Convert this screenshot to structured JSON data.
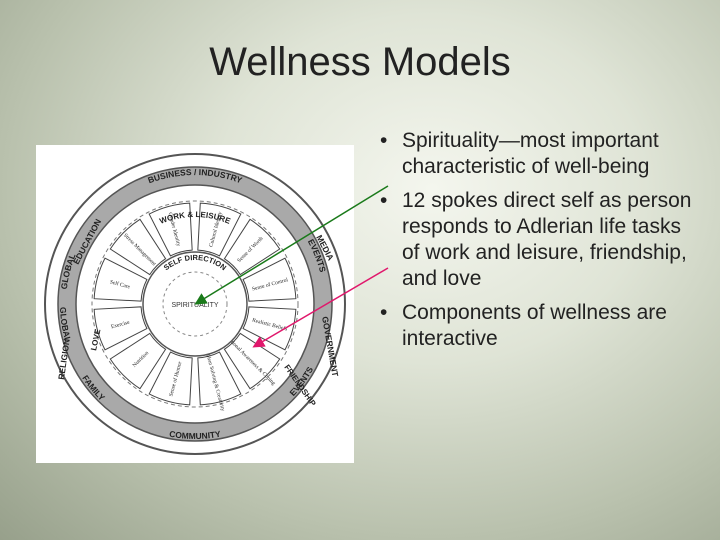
{
  "slide": {
    "title": "Wellness Models",
    "bullets": [
      "Spirituality—most important characteristic of well-being",
      "12 spokes direct self as person responds to Adlerian life tasks of work and leisure, friendship, and love",
      "Components of wellness are interactive"
    ],
    "bullet_marker": "•"
  },
  "wheel": {
    "outer_ring_labels": [
      "GLOBAL",
      "BUSINESS / INDUSTRY",
      "EVENTS",
      "MEDIA",
      "GOVERNMENT",
      "COMMUNITY",
      "EVENTS",
      "FAMILY",
      "GLOBAL",
      "RELIGION",
      "EDUCATION"
    ],
    "life_task_labels": [
      "WORK & LEISURE",
      "FRIENDSHIP",
      "LOVE"
    ],
    "self_direction_label": "SELF DIRECTION",
    "center_label": "SPIRITUALITY",
    "spokes": [
      "Cultural Identity",
      "Sense of Worth",
      "Sense of Control",
      "Realistic Beliefs",
      "Emotional Awareness & Coping",
      "Problem Solving & Creativity",
      "Sense of Humor",
      "Nutrition",
      "Exercise",
      "Self Care",
      "Stress Management",
      "Gender Identity"
    ]
  },
  "colors": {
    "arrow_green": "#1a7a1a",
    "arrow_pink": "#e0186c"
  }
}
